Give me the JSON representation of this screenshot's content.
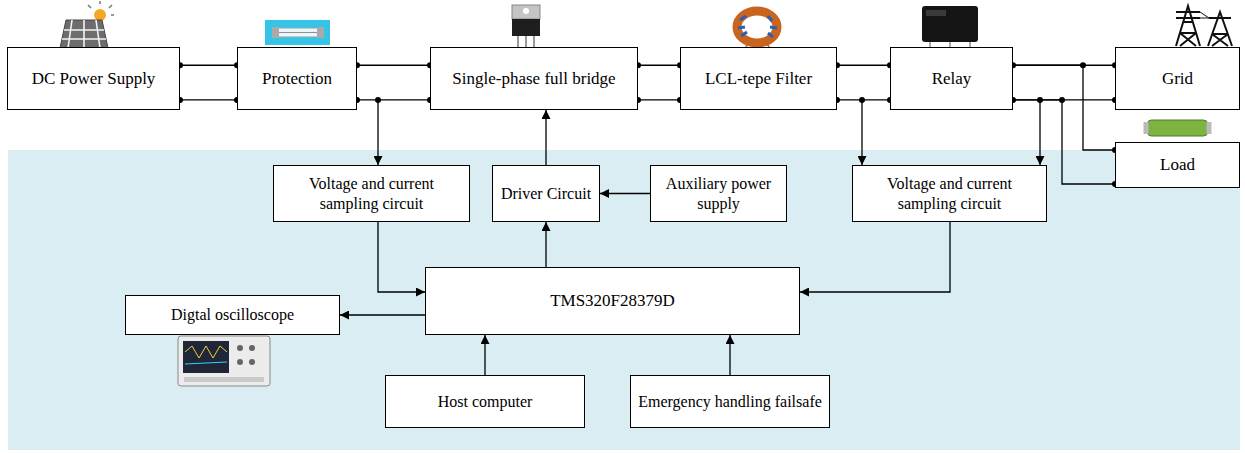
{
  "diagram": {
    "nodes": [
      {
        "text": [
          "DC Power Supply"
        ]
      },
      {
        "text": [
          "Protection"
        ]
      },
      {
        "text": [
          "Single-phase full bridge"
        ]
      },
      {
        "text": [
          "LCL-tepe Filter"
        ]
      },
      {
        "text": [
          "Relay"
        ]
      },
      {
        "text": [
          "Grid"
        ]
      },
      {
        "text": [
          "Load"
        ]
      },
      {
        "text": [
          "Voltage and current sampling circuit"
        ]
      },
      {
        "text": [
          "Driver Circuit"
        ]
      },
      {
        "text": [
          "Auxiliary power supply"
        ]
      },
      {
        "text": [
          "Voltage and current sampling circuit"
        ]
      },
      {
        "text": [
          "TMS320F28379D"
        ]
      },
      {
        "text": [
          "Digtal oscilloscope"
        ]
      },
      {
        "text": [
          "Host computer"
        ]
      },
      {
        "text": [
          "Emergency handling failsafe"
        ]
      }
    ],
    "edges": [
      {
        "from": 0,
        "to": 1,
        "arrow": "none"
      },
      {
        "from": 1,
        "to": 2,
        "arrow": "none"
      },
      {
        "from": 2,
        "to": 3,
        "arrow": "none"
      },
      {
        "from": 3,
        "to": 4,
        "arrow": "none"
      },
      {
        "from": 4,
        "to": 5,
        "arrow": "none"
      },
      {
        "from": 4,
        "to": 6,
        "arrow": "none"
      },
      {
        "from": 8,
        "to": 2,
        "arrow": "to"
      },
      {
        "from": 9,
        "to": 8,
        "arrow": "to"
      },
      {
        "from": 7,
        "to": 11,
        "arrow": "to"
      },
      {
        "from": 11,
        "to": 8,
        "arrow": "to"
      },
      {
        "from": 10,
        "to": 11,
        "arrow": "to"
      },
      {
        "from": 11,
        "to": 12,
        "arrow": "to"
      },
      {
        "from": 13,
        "to": 11,
        "arrow": "to"
      },
      {
        "from": 14,
        "to": 11,
        "arrow": "to"
      }
    ]
  }
}
